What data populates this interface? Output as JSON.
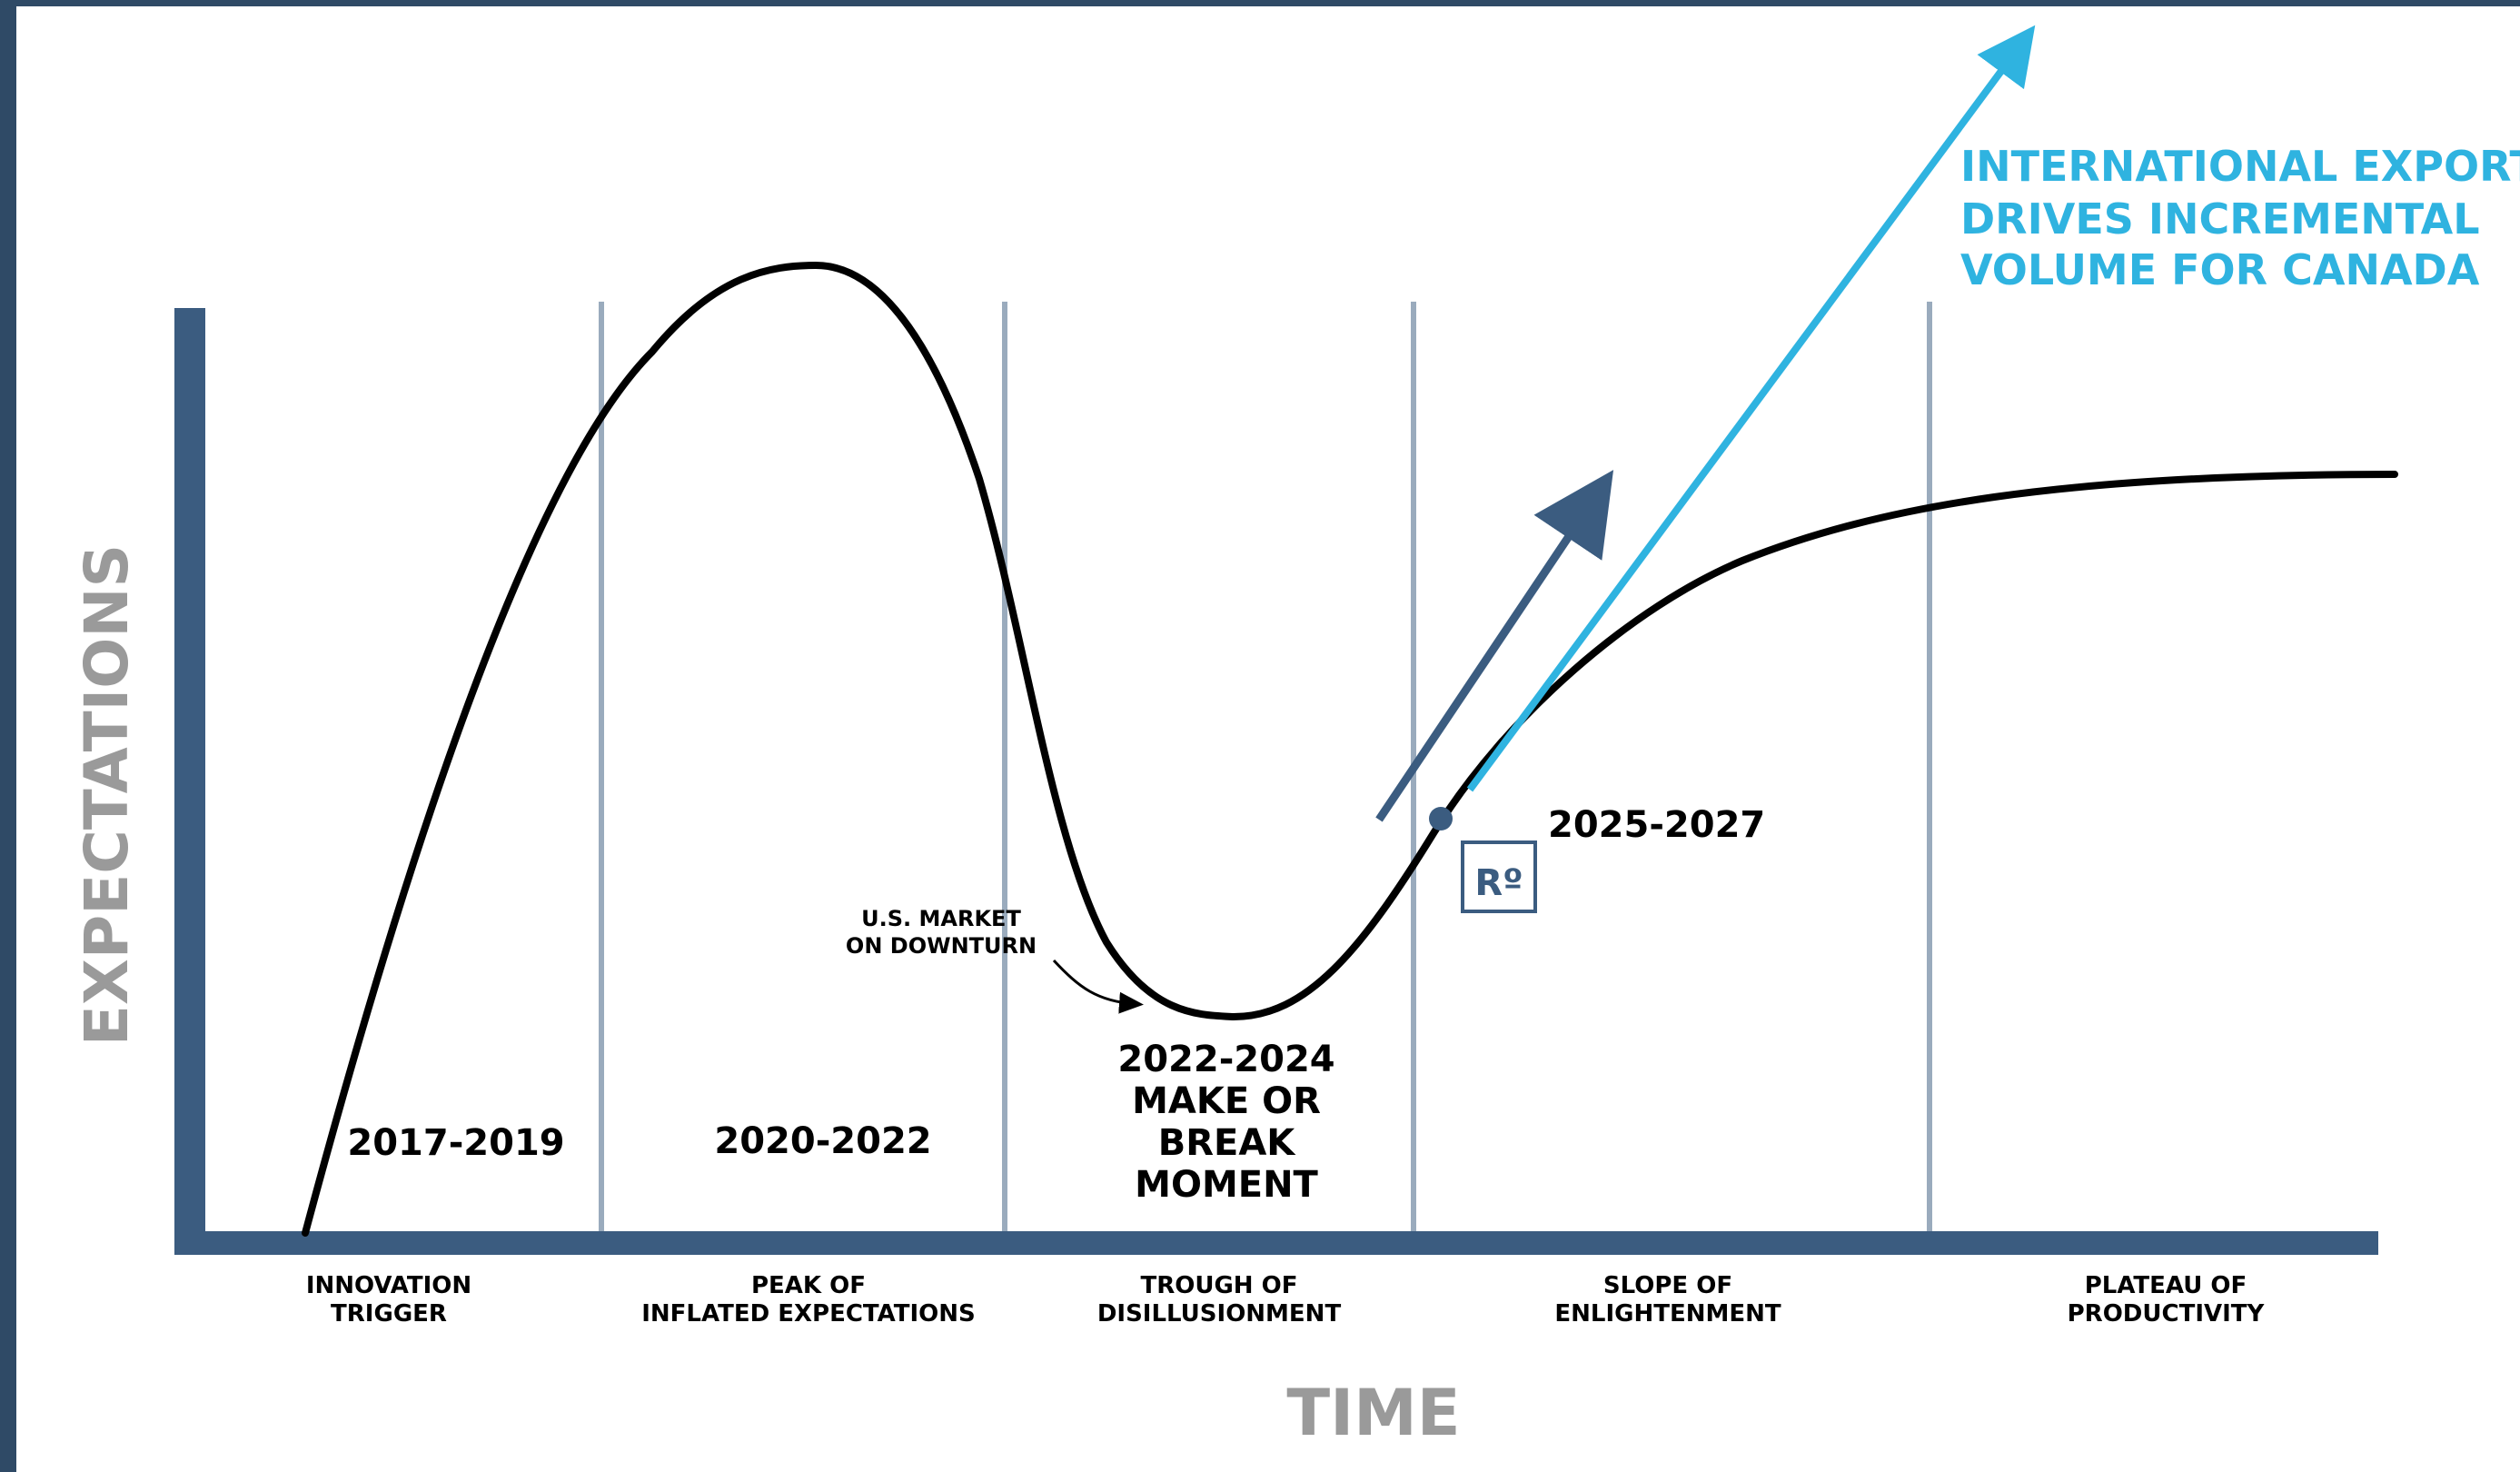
{
  "axes": {
    "y_title": "EXPECTATIONS",
    "x_title": "TIME"
  },
  "phases": [
    {
      "line1": "INNOVATION",
      "line2": "TRIGGER"
    },
    {
      "line1": "PEAK OF",
      "line2": "INFLATED EXPECTATIONS"
    },
    {
      "line1": "TROUGH OF",
      "line2": "DISILLUSIONMENT"
    },
    {
      "line1": "SLOPE OF",
      "line2": "ENLIGHTENMENT"
    },
    {
      "line1": "PLATEAU OF",
      "line2": "PRODUCTIVITY"
    }
  ],
  "periods": {
    "p1": "2017-2019",
    "p2": "2020-2022",
    "p3_line1": "2022-2024",
    "p3_line2": "MAKE OR",
    "p3_line3": "BREAK",
    "p3_line4": "MOMENT",
    "p4": "2025-2027"
  },
  "annotation": {
    "line1": "U.S. MARKET",
    "line2": "ON DOWNTURN"
  },
  "callout": {
    "line1": "INTERNATIONAL EXPORT",
    "line2": "DRIVES INCREMENTAL",
    "line3": "VOLUME FOR CANADA"
  },
  "logo_text": "Rº",
  "colors": {
    "axis": "#3b5c80",
    "divider": "#9aabbd",
    "curve": "#000000",
    "arrow_dark": "#3b5c80",
    "arrow_light": "#2fb3e0",
    "axis_title": "#9a9a9a"
  }
}
